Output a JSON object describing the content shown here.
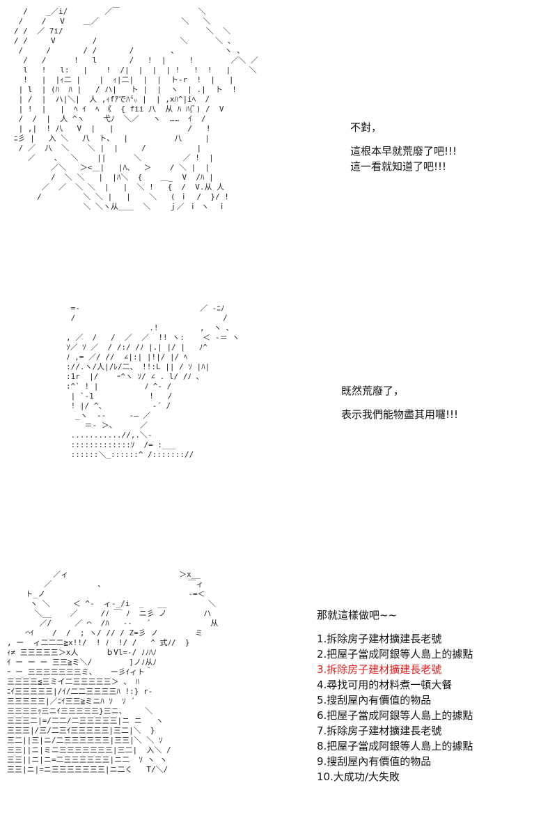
{
  "panel1": {
    "dialogue": {
      "line1": "不對，",
      "line2": "這根本早就荒廢了吧!!!",
      "line3": "這一看就知道了吧!!!"
    }
  },
  "panel2": {
    "dialogue": {
      "line1": "既然荒廢了，",
      "line2": "表示我們能物盡其用囉!!!"
    }
  },
  "panel3": {
    "dialogue": {
      "intro": "那就這樣做吧~~",
      "items": [
        "1.拆除房子建材擴建長老號",
        "2.把屋子當成阿銀等人島上的據點",
        "3.拆除房子建材擴建長老號",
        "4.尋找可用的材料煮一頓大餐",
        "5.搜刮屋內有價值的物品",
        "6.把屋子當成阿銀等人島上的據點",
        "7.拆除房子建材擴建長老號",
        "8.把屋子當成阿銀等人島上的據點",
        "9.搜刮屋內有價值的物品",
        "10.大成功/大失敗"
      ],
      "highlight_color": "#e02020"
    }
  }
}
